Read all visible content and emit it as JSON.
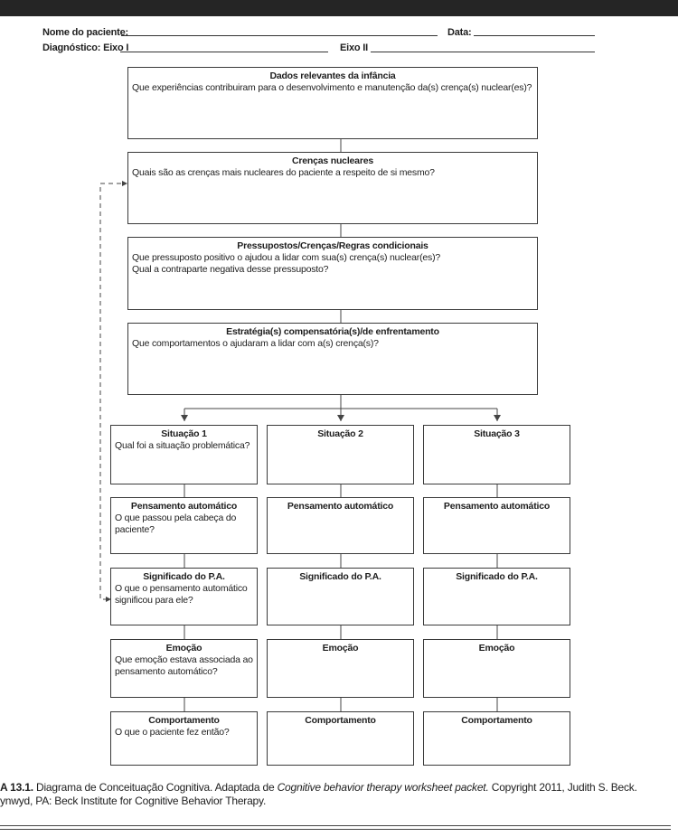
{
  "header": {
    "patient_label": "Nome do paciente:",
    "date_label": "Data:",
    "diagnosis_label": "Diagnóstico: Eixo I",
    "axis2_label": "Eixo II"
  },
  "boxes": {
    "childhood": {
      "title": "Dados relevantes da infância",
      "question": "Que experiências contribuiram para o desenvolvimento e manutenção da(s) crença(s) nuclear(es)?"
    },
    "core": {
      "title": "Crenças nucleares",
      "question": "Quais são as crenças mais nucleares do paciente a respeito de si mesmo?"
    },
    "assumptions": {
      "title": "Pressupostos/Crenças/Regras condicionais",
      "question1": "Que pressuposto positivo o ajudou a lidar com sua(s) crença(s) nuclear(es)?",
      "question2": "Qual a contraparte negativa desse pressuposto?"
    },
    "strategies": {
      "title": "Estratégia(s) compensatória(s)/de enfrentamento",
      "question": "Que comportamentos o ajudaram a lidar com a(s) crença(s)?"
    }
  },
  "columns": [
    {
      "situation": {
        "title": "Situação 1",
        "question": "Qual foi a situação problemática?"
      },
      "thought": {
        "title": "Pensamento automático",
        "question": "O que passou pela cabeça do paciente?"
      },
      "meaning": {
        "title": "Significado do P.A.",
        "question": "O que o pensamento automático significou para ele?"
      },
      "emotion": {
        "title": "Emoção",
        "question": "Que emoção estava associada ao pensamento automático?"
      },
      "behavior": {
        "title": "Comportamento",
        "question": "O que o paciente fez então?"
      }
    },
    {
      "situation": {
        "title": "Situação 2"
      },
      "thought": {
        "title": "Pensamento automático"
      },
      "meaning": {
        "title": "Significado do P.A."
      },
      "emotion": {
        "title": "Emoção"
      },
      "behavior": {
        "title": "Comportamento"
      }
    },
    {
      "situation": {
        "title": "Situação 3"
      },
      "thought": {
        "title": "Pensamento automático"
      },
      "meaning": {
        "title": "Significado do P.A."
      },
      "emotion": {
        "title": "Emoção"
      },
      "behavior": {
        "title": "Comportamento"
      }
    }
  ],
  "caption": {
    "label": "A 13.1.",
    "text1": " Diagrama de Conceituação Cognitiva. Adaptada de ",
    "work": "Cognitive behavior therapy worksheet packet.",
    "text2": " Copyright 2011, Judith S. Beck.",
    "line2": "ynwyd, PA: Beck Institute for Cognitive Behavior Therapy."
  }
}
